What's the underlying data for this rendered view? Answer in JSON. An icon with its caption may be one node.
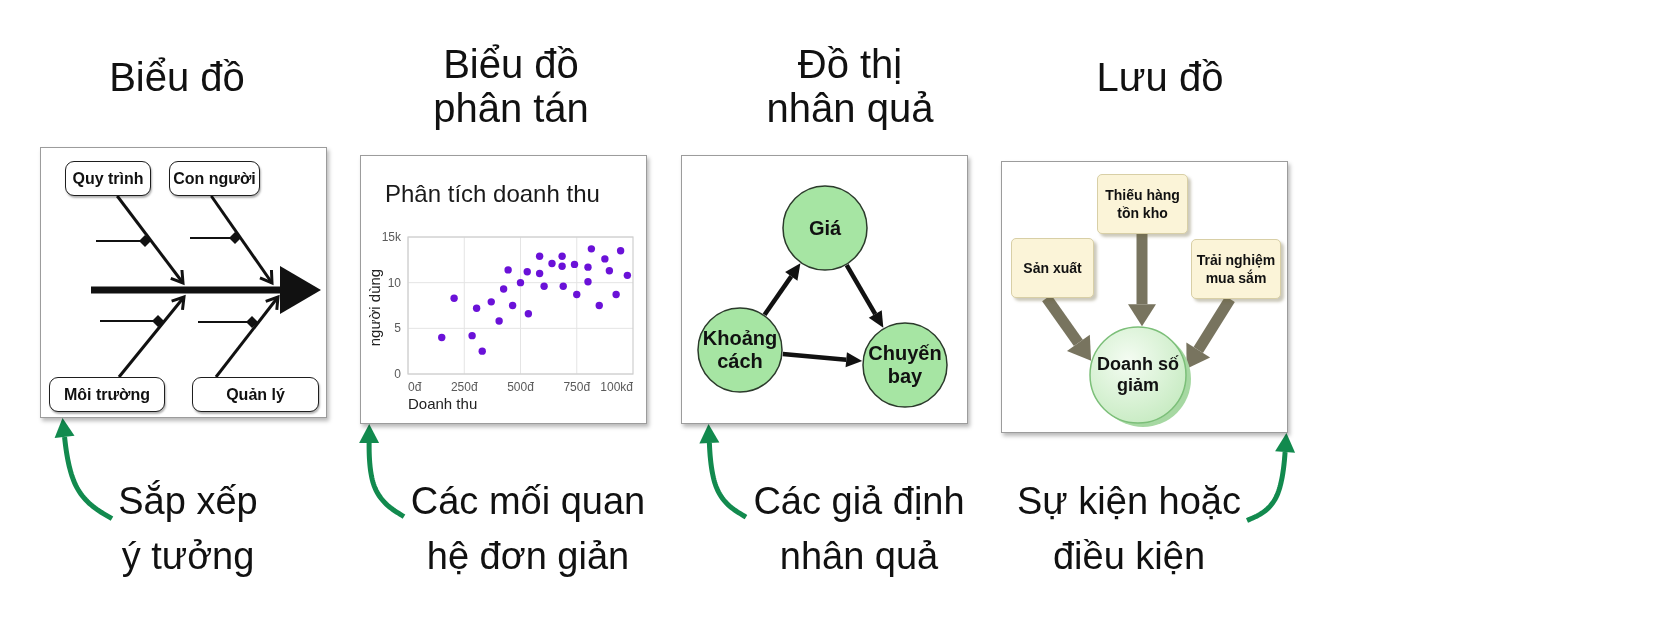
{
  "diagram": {
    "nodes": [
      {
        "text": [
          "Biểu đồ"
        ]
      },
      {
        "text": [
          "Quy trình"
        ],
        "in": 0
      },
      {
        "text": [
          "Con người"
        ],
        "in": 0
      },
      {
        "text": [
          "Môi trường"
        ],
        "in": 0
      },
      {
        "text": [
          "Quản lý"
        ],
        "in": 0
      },
      {
        "text": [
          "Biểu đồ phân tán"
        ]
      },
      {
        "text": [
          "Đồ thị nhân quả"
        ]
      },
      {
        "text": [
          "Giá"
        ],
        "in": 6
      },
      {
        "text": [
          "Khoảng cách"
        ],
        "in": 6
      },
      {
        "text": [
          "Chuyến bay"
        ],
        "in": 6
      },
      {
        "text": [
          "Lưu đồ"
        ]
      },
      {
        "text": [
          "Thiếu hàng tồn kho"
        ],
        "in": 10
      },
      {
        "text": [
          "Sản xuất"
        ],
        "in": 10
      },
      {
        "text": [
          "Trải nghiệm mua sắm"
        ],
        "in": 10
      },
      {
        "text": [
          "Doanh số giảm"
        ],
        "in": 10
      },
      {
        "text": [
          "Sắp xếp ý tưởng"
        ]
      },
      {
        "text": [
          "Các mối quan hệ đơn giản"
        ]
      },
      {
        "text": [
          "Các giả định nhân quả"
        ]
      },
      {
        "text": [
          "Sự kiện hoặc điều kiện"
        ]
      }
    ],
    "edges": [
      {
        "from": 1,
        "to": null,
        "arrow": "to"
      },
      {
        "from": 2,
        "to": null,
        "arrow": "to"
      },
      {
        "from": 3,
        "to": null,
        "arrow": "to"
      },
      {
        "from": 4,
        "to": null,
        "arrow": "to"
      },
      {
        "from": 8,
        "to": 7,
        "arrow": "to"
      },
      {
        "from": 7,
        "to": 9,
        "arrow": "to"
      },
      {
        "from": 8,
        "to": 9,
        "arrow": "to"
      },
      {
        "from": 12,
        "to": 14,
        "arrow": "to",
        "style": "thick",
        "color": "#78745f"
      },
      {
        "from": 11,
        "to": 14,
        "arrow": "to",
        "style": "thick",
        "color": "#78745f"
      },
      {
        "from": 13,
        "to": 14,
        "arrow": "to",
        "style": "thick",
        "color": "#78745f"
      },
      {
        "from": 15,
        "to": 0,
        "arrow": "to",
        "color": "#128a4e"
      },
      {
        "from": 16,
        "to": 5,
        "arrow": "to",
        "color": "#128a4e"
      },
      {
        "from": 17,
        "to": 6,
        "arrow": "to",
        "color": "#128a4e"
      },
      {
        "from": 18,
        "to": 10,
        "arrow": "to",
        "color": "#128a4e"
      }
    ],
    "labels": [
      "100kđ"
    ],
    "chart_data": {
      "type": "scatter",
      "title": "Phân tích doanh thu",
      "xlabel": "Doanh thu",
      "ylabel": "người dùng",
      "x": [
        150,
        205,
        285,
        305,
        330,
        370,
        405,
        425,
        445,
        465,
        500,
        530,
        535,
        585,
        585,
        605,
        640,
        685,
        685,
        690,
        740,
        750,
        800,
        800,
        815,
        850,
        875,
        895,
        925,
        945,
        975
      ],
      "series": [
        {
          "color": "#6a11d8",
          "values": [
            4.0,
            8.3,
            4.2,
            7.2,
            2.5,
            7.9,
            5.8,
            9.3,
            11.4,
            7.5,
            10.0,
            11.2,
            6.6,
            12.9,
            11.0,
            9.6,
            12.1,
            12.9,
            11.8,
            9.6,
            12.0,
            8.7,
            11.7,
            10.1,
            13.7,
            7.5,
            12.6,
            11.3,
            8.7,
            13.5,
            10.8
          ]
        }
      ],
      "xlim": [
        0,
        1000
      ],
      "ylim": [
        0,
        15
      ],
      "xticks": [
        {
          "value": 0,
          "label": "0đ"
        },
        {
          "value": 250,
          "label": "250đ"
        },
        {
          "value": 500,
          "label": "500đ"
        },
        {
          "value": 750,
          "label": "750đ"
        }
      ],
      "yticks": [
        0,
        5,
        10,
        {
          "value": 15,
          "label": "15k"
        }
      ],
      "grid": true
    }
  }
}
